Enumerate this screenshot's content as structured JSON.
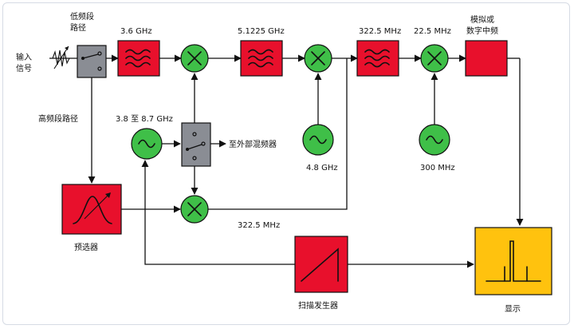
{
  "labels": {
    "input": [
      "输入",
      "信号"
    ],
    "lowband": [
      "低频段",
      "路径"
    ],
    "highband": "高频段路径",
    "f1": "3.6 GHz",
    "f2": "5.1225 GHz",
    "f3": "322.5 MHz",
    "f4": "22.5 MHz",
    "digital": [
      "模拟或",
      "数字中频"
    ],
    "lo1": "3.8 至 8.7 GHz",
    "ext": "至外部混频器",
    "lo2": "4.8 GHz",
    "lo3": "300 MHz",
    "preselect_if": "322.5 MHz",
    "preselector": "预选器",
    "sweep": "扫描发生器",
    "display": "显示"
  },
  "colors": {
    "red": "#e8102c",
    "green": "#3fbf48",
    "gray": "#8a8d94",
    "yellow": "#ffc20e",
    "line": "#111111"
  },
  "icons": [
    "filter-icon",
    "mixer-icon",
    "oscillator-icon",
    "switch-icon",
    "preselector-curve-icon",
    "sawtooth-icon",
    "display-trace-icon",
    "input-attenuator-icon"
  ]
}
